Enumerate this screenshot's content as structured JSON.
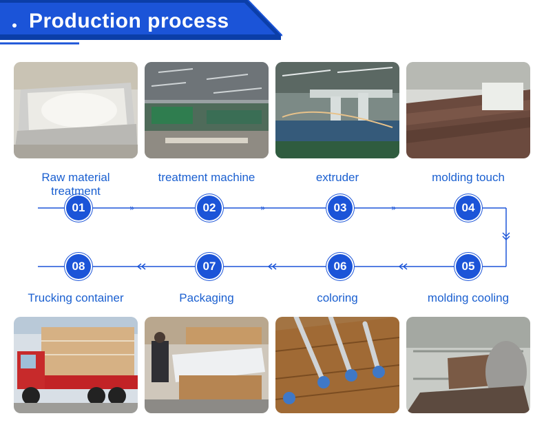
{
  "header": {
    "title": "Production process"
  },
  "colors": {
    "accent": "#1b54d8",
    "label_text": "#1a5fd0",
    "banner_dark": "#0b3ea8"
  },
  "steps": [
    {
      "number": "01",
      "label_line1": "Raw material",
      "label_line2": "treatment"
    },
    {
      "number": "02",
      "label_line1": "treatment machine",
      "label_line2": ""
    },
    {
      "number": "03",
      "label_line1": "extruder",
      "label_line2": ""
    },
    {
      "number": "04",
      "label_line1": "molding touch",
      "label_line2": ""
    },
    {
      "number": "05",
      "label_line1": "molding cooling",
      "label_line2": ""
    },
    {
      "number": "06",
      "label_line1": "coloring",
      "label_line2": ""
    },
    {
      "number": "07",
      "label_line1": "Packaging",
      "label_line2": ""
    },
    {
      "number": "08",
      "label_line1": "Trucking container",
      "label_line2": ""
    }
  ],
  "flow_arrow_glyph": "»"
}
